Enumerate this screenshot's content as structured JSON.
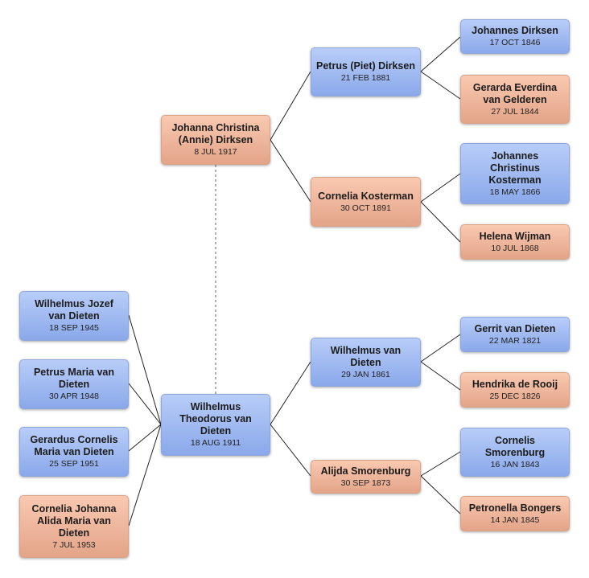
{
  "people": {
    "subject": {
      "name": "Wilhelmus Theodorus van Dieten",
      "date": "18 AUG 1911"
    },
    "spouse": {
      "name": "Johanna Christina (Annie) Dirksen",
      "date": "8 JUL 1917"
    },
    "child1": {
      "name": "Wilhelmus Jozef van Dieten",
      "date": "18 SEP 1945"
    },
    "child2": {
      "name": "Petrus Maria van Dieten",
      "date": "30 APR 1948"
    },
    "child3": {
      "name": "Gerardus Cornelis Maria van Dieten",
      "date": "25 SEP 1951"
    },
    "child4": {
      "name": "Cornelia Johanna Alida Maria van Dieten",
      "date": "7 JUL 1953"
    },
    "spouse_father": {
      "name": "Petrus (Piet) Dirksen",
      "date": "21 FEB 1881"
    },
    "spouse_mother": {
      "name": "Cornelia Kosterman",
      "date": "30 OCT 1891"
    },
    "sf_father": {
      "name": "Johannes Dirksen",
      "date": "17 OCT 1846"
    },
    "sf_mother": {
      "name": "Gerarda Everdina van Gelderen",
      "date": "27 JUL 1844"
    },
    "sm_father": {
      "name": "Johannes Christinus Kosterman",
      "date": "18 MAY 1866"
    },
    "sm_mother": {
      "name": "Helena Wijman",
      "date": "10 JUL 1868"
    },
    "father": {
      "name": "Wilhelmus van Dieten",
      "date": "29 JAN 1861"
    },
    "mother": {
      "name": "Alijda Smorenburg",
      "date": "30 SEP 1873"
    },
    "f_father": {
      "name": "Gerrit van Dieten",
      "date": "22 MAR 1821"
    },
    "f_mother": {
      "name": "Hendrika de Rooij",
      "date": "25 DEC 1826"
    },
    "m_father": {
      "name": "Cornelis Smorenburg",
      "date": "16 JAN 1843"
    },
    "m_mother": {
      "name": "Petronella Bongers",
      "date": "14 JAN 1845"
    }
  },
  "colors": {
    "male": "#9fb8f0",
    "female": "#f0b69a",
    "connector": "#222222",
    "spouse_link": "#666666"
  }
}
